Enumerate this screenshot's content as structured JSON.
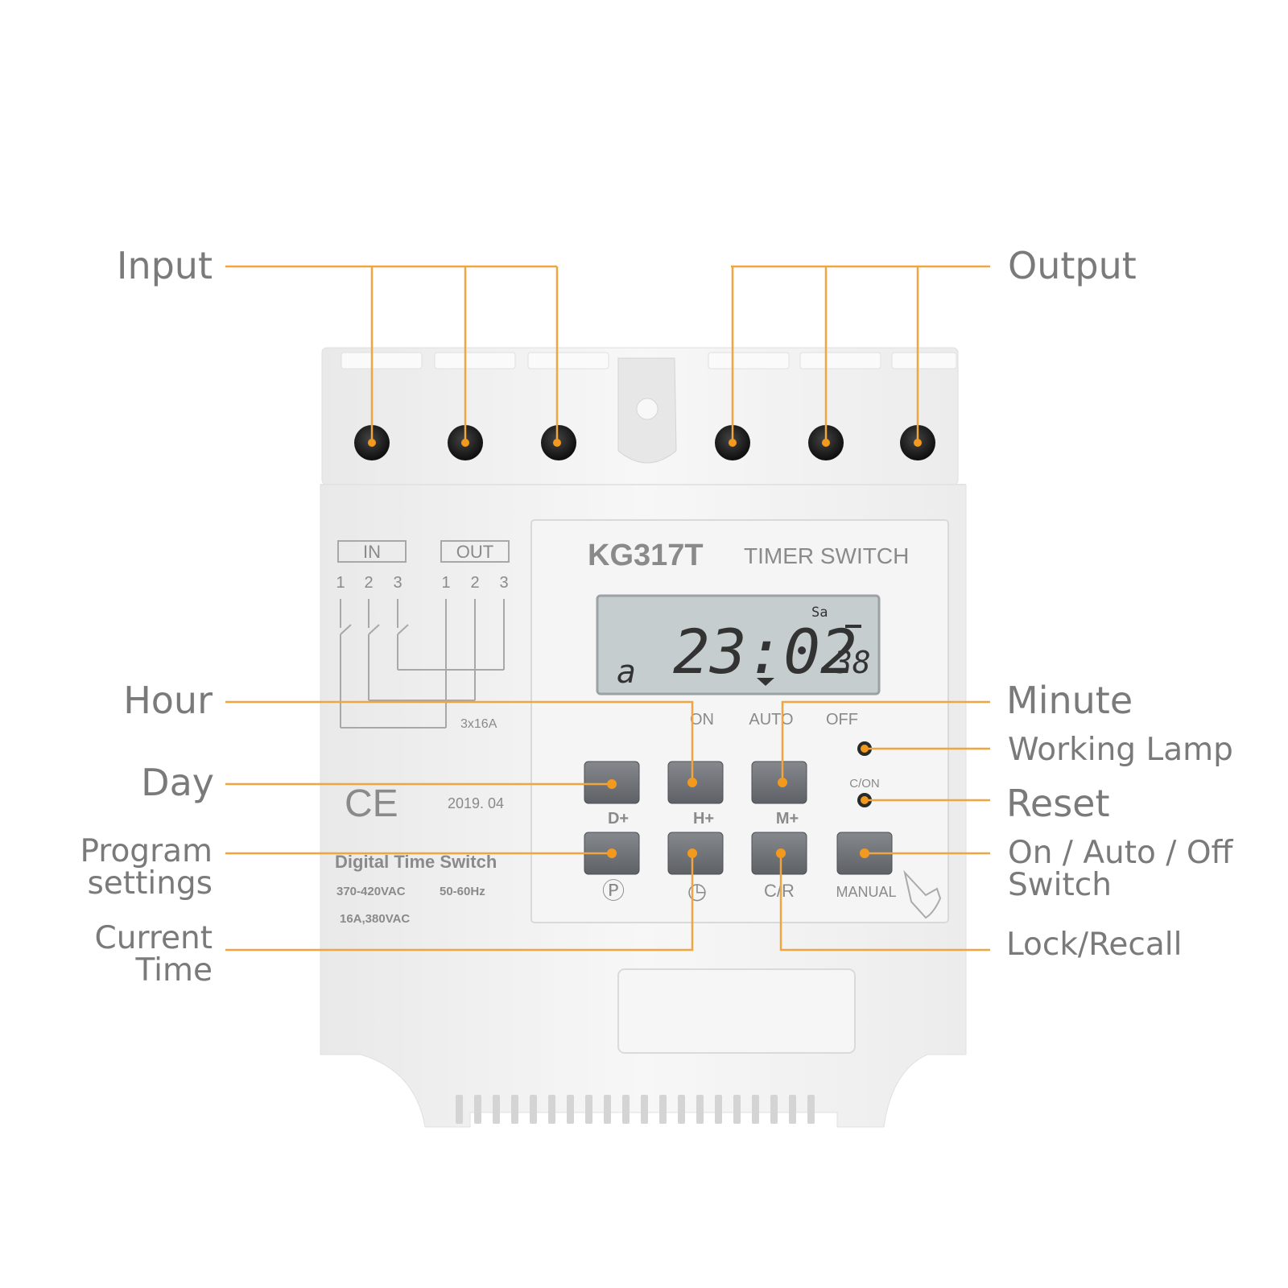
{
  "callouts": {
    "input": "Input",
    "output": "Output",
    "hour": "Hour",
    "minute": "Minute",
    "working_lamp": "Working Lamp",
    "day": "Day",
    "reset": "Reset",
    "program_settings_line1": "Program",
    "program_settings_line2": "settings",
    "on_auto_off_line1": "On / Auto / Off",
    "on_auto_off_line2": "Switch",
    "current_time_line1": "Current",
    "current_time_line2": "Time",
    "lock_recall": "Lock/Recall"
  },
  "device": {
    "model": "KG317T",
    "product": "TIMER SWITCH",
    "in_box": "IN",
    "out_box": "OUT",
    "in_terminals": [
      "1",
      "2",
      "3"
    ],
    "out_terminals": [
      "1",
      "2",
      "3"
    ],
    "rating": "3x16A",
    "ce_mark": "CE",
    "date": "2019. 04",
    "description": "Digital Time Switch",
    "voltage": "370-420VAC",
    "frequency": "50-60Hz",
    "current_rating": "16A,380VAC"
  },
  "lcd": {
    "time": "23:02",
    "seconds": "38",
    "day_code": "Sa",
    "left_symbol": "a"
  },
  "mode_labels": {
    "on": "ON",
    "auto": "AUTO",
    "off": "OFF",
    "c_on": "C/ON"
  },
  "buttons": {
    "day": "D+",
    "hour": "H+",
    "minute": "M+",
    "program": "Ⓟ",
    "clock": "◷",
    "lock_recall": "C/R",
    "manual": "MANUAL"
  },
  "colors": {
    "leader_line": "#f0a640",
    "dot": "#f39a1e",
    "label_text": "#7a7a7a",
    "housing": "#f2f2f2",
    "lcd_bg": "#c6cdcf",
    "button": "#6f7277"
  }
}
